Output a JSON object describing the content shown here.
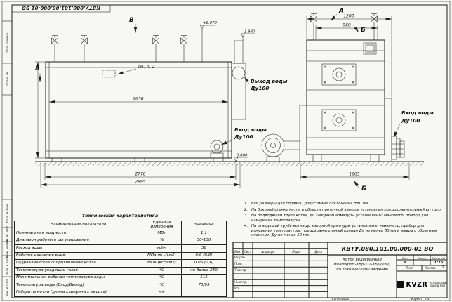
{
  "sheet": {
    "stamp_top": "КВТУ.080.101.00.000-01 ВО",
    "left_strip": [
      "Перв. примен.",
      "Справ. №",
      "Подп. и дата",
      "Инв. № дубл.",
      "Взам. инв. №",
      "Подп. и дата",
      "Инв. № подл."
    ]
  },
  "drawing": {
    "view_a_left": "А",
    "view_b_top": "В",
    "view_a_right": "А",
    "view_b_right_top": "Б",
    "view_b_right_bottom": "Б",
    "see_note": "см. п. 2",
    "outlet_label": "Выход воды",
    "outlet_dn": "Ду100",
    "inlet_label": "Вход воды",
    "inlet_dn": "Ду100",
    "inlet2_label": "Вход воды",
    "inlet2_dn": "Ду100",
    "elev_top": "+2.070",
    "elev_mid": "1.930",
    "elev_zero": "0.000",
    "dim_2650": "2650",
    "dim_2770": "2770",
    "dim_2895": "2895",
    "dim_1260": "1260",
    "dim_960": "960",
    "dim_1605": "1605"
  },
  "notes": {
    "items": [
      {
        "num": "1.",
        "text": "Все размеры для справок, допустимые отклонения ±80 мм."
      },
      {
        "num": "2.",
        "text": "На боковой стенке котла в области проточной камеры установлен предохранительный штуцер."
      },
      {
        "num": "3.",
        "text": "На подводящей трубе котла, до запорной арматуры установлены: манометр, прибор для измерения температуры."
      },
      {
        "num": "4.",
        "text": "На отводящей трубе котла до запорной арматуры установлены: манометр, прибор для измерения температуры, предохранительный клапан Ду не менее 50 мм и вывод с обратным клапаном Ду не менее 50 мм."
      }
    ]
  },
  "spec_table": {
    "title": "Техническая характеристика",
    "headers": [
      "Наименование показателя",
      "Единица измерения",
      "Значение"
    ],
    "rows": [
      [
        "Номинальная мощность",
        "МВт",
        "1,1"
      ],
      [
        "Диапазон рабочего регулирования",
        "%",
        "50-100"
      ],
      [
        "Расход воды",
        "м3/ч",
        "38"
      ],
      [
        "Рабочее давление воды",
        "МПа (кгс/см2)",
        "0,6 (6,0)"
      ],
      [
        "Гидравлическое сопротивление котла",
        "МПа (кгс/см2)",
        "0,06 (0,6)"
      ],
      [
        "Температура уходящих газов",
        "°С",
        "не более 250"
      ],
      [
        "Максимальная рабочая температура воды",
        "°С",
        "115"
      ],
      [
        "Температура воды (Вход/Выход)",
        "°С",
        "70/95"
      ],
      [
        "Габариты котла (длина х ширина х высота)",
        "мм",
        ""
      ]
    ]
  },
  "title_block": {
    "doc_number": "КВТУ.080.101.00.000-01 ВО",
    "product_line1": "Котел водогрейный",
    "product_line2": "Heatexpert-КВр-1,1-КБД(РВР)",
    "product_line3": "по техническому заданию",
    "col_izm": "Изм.",
    "col_list": "Лист",
    "col_ndokum": "№ докум.",
    "col_podp": "Подп.",
    "col_data": "Дата",
    "row_razrab": "Разраб.",
    "row_prov": "Пров.",
    "row_tkontr": "Т.контр.",
    "row_nkontr": "Н.контр.",
    "row_utv": "Утв.",
    "lit_label": "Лит.",
    "massa_label": "Масса",
    "masshtab_label": "Масштаб",
    "lit_value": "И",
    "masshtab_value": "1:15",
    "list_label": "Лист",
    "listov_label": "Листов",
    "listov_value": "2",
    "company_logo": "KVZR",
    "company_line1": "КОТЕЛЬНЫЙ",
    "company_line2": "ЗАВОД РЭП",
    "kopiroval": "Копировал",
    "format_label": "Формат",
    "format_value": "А3"
  }
}
